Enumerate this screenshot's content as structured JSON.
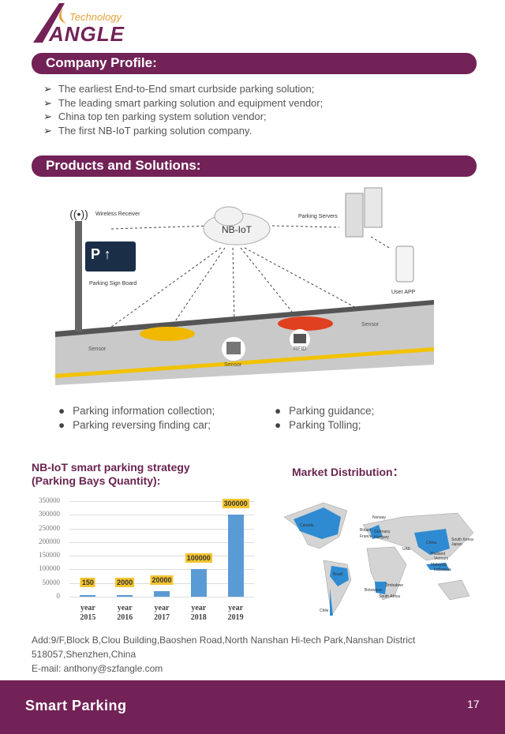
{
  "logo": {
    "tagline": "Technology",
    "name": "ANGLE"
  },
  "company_profile": {
    "title": "Company Profile:",
    "items": [
      "The earliest End-to-End smart curbside parking solution;",
      "The leading smart parking solution and equipment vendor;",
      "China top ten parking system solution vendor;",
      "The first NB-IoT parking solution company."
    ]
  },
  "products": {
    "title": "Products and Solutions:",
    "diagram": {
      "cloud": "NB-IoT",
      "wireless_receiver": "Wireless Receiver",
      "parking_servers": "Parking Servers",
      "sign_board": "Parking Sign Board",
      "user_app": "User APP",
      "sensor": "Sensor",
      "rfid": "RFID"
    },
    "features": [
      "Parking information collection;",
      "Parking reversing finding car;",
      "Parking guidance;",
      "Parking Tolling;"
    ]
  },
  "chart_data": {
    "type": "bar",
    "title": "NB-IoT smart parking strategy (Parking Bays Quantity):",
    "title_lines": [
      "NB-IoT smart parking strategy",
      "(Parking Bays Quantity):"
    ],
    "categories": [
      [
        "year",
        "2015"
      ],
      [
        "year",
        "2016"
      ],
      [
        "year",
        "2017"
      ],
      [
        "year",
        "2018"
      ],
      [
        "year",
        "2019"
      ]
    ],
    "values": [
      150,
      2000,
      20000,
      100000,
      300000
    ],
    "labels": [
      "150",
      "2000",
      "20000",
      "100000",
      "300000"
    ],
    "yticks": [
      "0",
      "50000",
      "100000",
      "150000",
      "200000",
      "250000",
      "300000",
      "350000"
    ],
    "ylim": [
      0,
      350000
    ],
    "grid": true,
    "bar_color": "#5b9bd5",
    "label_bg": "#f4c430"
  },
  "market": {
    "title": "Market Distribution",
    "colon": "：",
    "countries": [
      "Canada",
      "Norway",
      "Britain",
      "France",
      "Germany",
      "Hungary",
      "China",
      "South Korea",
      "Japan",
      "Thailand",
      "Vietnam",
      "Malaysia",
      "Indonesia",
      "UAE",
      "Brazil",
      "Chile",
      "Botswana",
      "Zimbabwe",
      "South Africa"
    ]
  },
  "contact": {
    "address": "Add:9/F,Block B,Clou Building,Baoshen Road,North Nanshan Hi-tech Park,Nanshan District 518057,Shenzhen,China",
    "email": "E-mail: anthony@szfangle.com"
  },
  "footer": {
    "title": "Smart Parking",
    "page": "17"
  },
  "colors": {
    "brand": "#722257",
    "accent": "#e5a23a",
    "map_highlight": "#2e8bd1"
  }
}
